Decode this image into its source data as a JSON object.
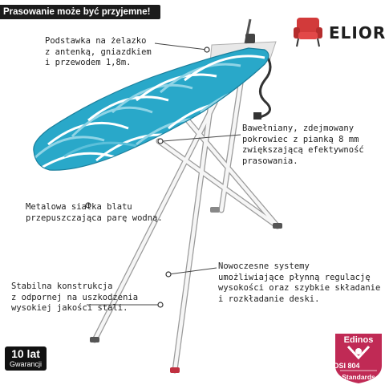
{
  "banner": {
    "text": "Prasowanie może być przyjemne!"
  },
  "brand": {
    "name": "ELIOR"
  },
  "captions": {
    "iron_rest": [
      "Podstawka na żelazko",
      "z antenką, gniazdkiem",
      "i przewodem 1,8m."
    ],
    "cover": [
      "Bawełniany, zdejmowany",
      "pokrowiec z pianką 8 mm",
      "zwiększającą efektywność",
      "prasowania."
    ],
    "mesh": [
      "Metalowa siatka blatu",
      "przepuszczająca parę wodną."
    ],
    "adjust": [
      "Nowoczesne systemy",
      "umożliwiające płynną regulację",
      "wysokości oraz szybkie składanie",
      "i rozkładanie deski."
    ],
    "stability": [
      "Stabilna konstrukcja",
      "z odpornej na uszkodzenia",
      "wysokiej jakości stali."
    ]
  },
  "warranty": {
    "years": "10 lat",
    "label": "Gwarancji"
  },
  "certificate": {
    "brand": "Edinos",
    "code": "DSI 804",
    "standards": "Standards"
  },
  "colors": {
    "cover": "#29a8c9",
    "cover_light": "#7fd0e3",
    "frame": "#f4f4f4",
    "cert": "#c02a55",
    "banner": "#1b1b1b"
  }
}
